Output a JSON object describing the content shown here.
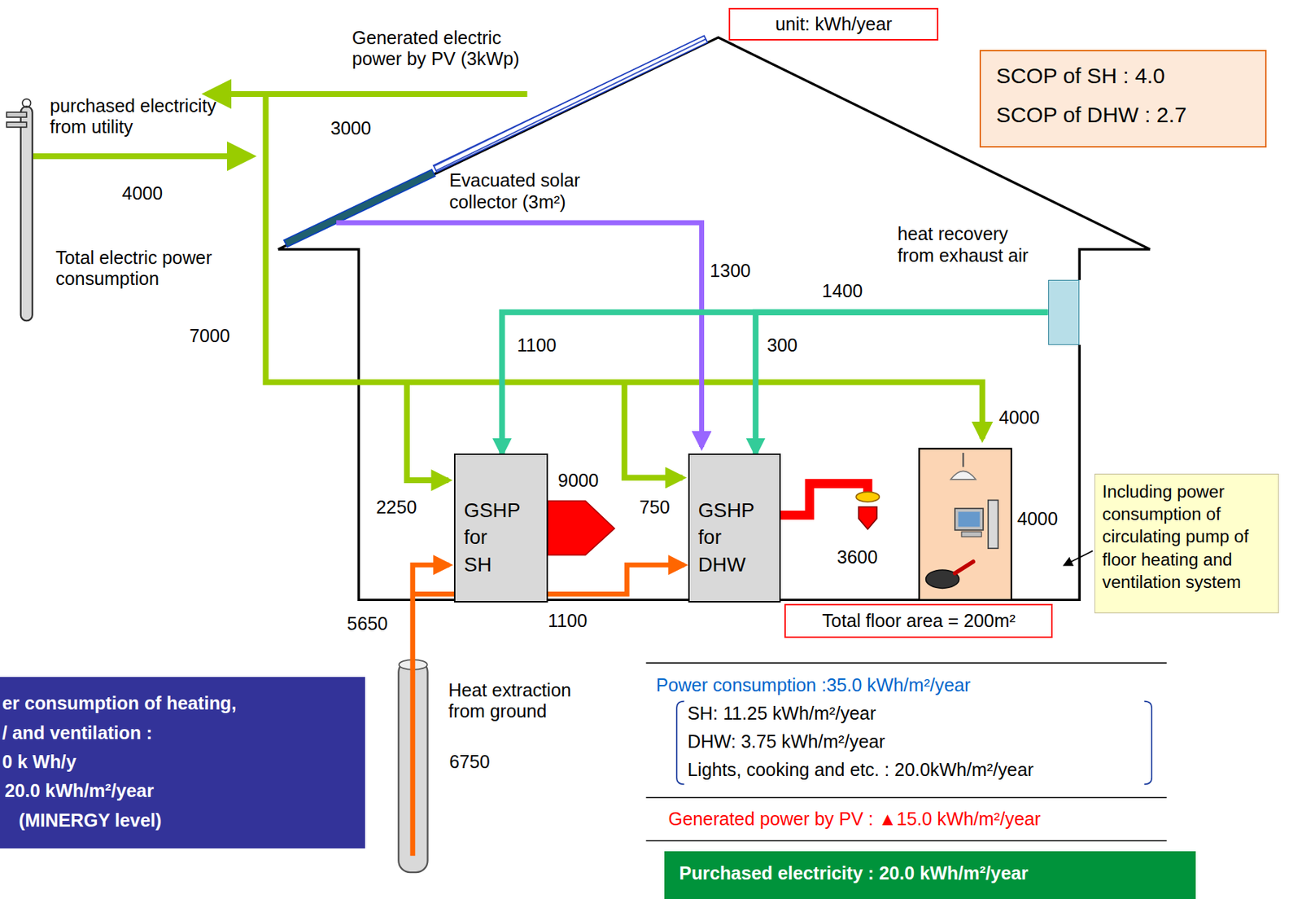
{
  "diagram": {
    "nodes": [
      {
        "text": [
          "unit: kWh/year"
        ]
      },
      {
        "text": [
          "SCOP of SH : 4.0",
          "SCOP of DHW : 2.7"
        ]
      },
      {
        "text": [
          "heat recovery from exhaust air"
        ]
      },
      {
        "text": [
          "GSHP for SH"
        ]
      },
      {
        "text": [
          "GSHP for DHW"
        ]
      },
      {
        "text": [
          "Total floor area = 200m²"
        ]
      },
      {
        "text": [
          "Including power consumption of circulating pump of floor heating and ventilation system"
        ]
      },
      {
        "text": [
          "er consumption of heating,",
          "/ and ventilation :",
          "0 k Wh/y",
          "20.0 kWh/m²/year",
          "(MINERGY level)"
        ]
      },
      {
        "text": [
          "Purchased electricity : 20.0 kWh/m²/year"
        ]
      }
    ],
    "edges": [
      {
        "from": 2,
        "to": 3,
        "arrow": "to",
        "label": "1100"
      },
      {
        "from": 2,
        "to": 4,
        "arrow": "to",
        "label": "300"
      }
    ],
    "labels": [
      "Generated electric power by PV (3kWp)",
      "3000",
      "purchased electricity from utility",
      "4000",
      "Total electric power consumption",
      "7000",
      "Evacuated solar collector (3m²)",
      "1300",
      "1400",
      "4000",
      "9000",
      "2250",
      "750",
      "3600",
      "4000",
      "5650",
      "1100",
      "Heat extraction from ground",
      "6750",
      "Power consumption :35.0 kWh/m²/year",
      "SH: 11.25 kWh/m²/year",
      "DHW: 3.75 kWh/m²/year",
      "Lights, cooking and etc. : 20.0kWh/m²/year",
      "Generated power by PV : ▲15.0 kWh/m²/year"
    ]
  }
}
